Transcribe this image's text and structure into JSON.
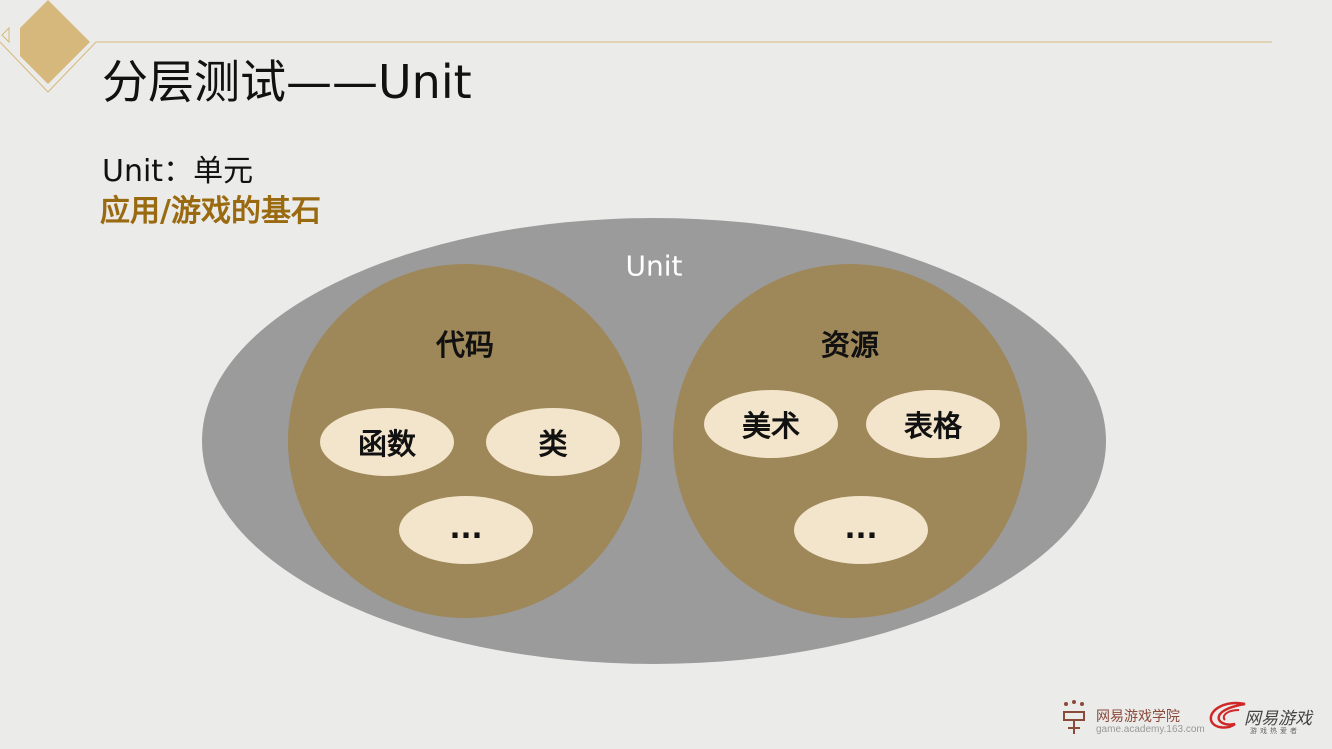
{
  "slide": {
    "title": "分层测试——Unit",
    "subtitle": "Unit：单元",
    "tagline": "应用/游戏的基石"
  },
  "diagram": {
    "outer": {
      "label": "Unit",
      "color": "#9b9b9b"
    },
    "groups": [
      {
        "label": "代码",
        "items": [
          "函数",
          "类",
          "..."
        ]
      },
      {
        "label": "资源",
        "items": [
          "美术",
          "表格",
          "..."
        ]
      }
    ],
    "group_color": "#9e8758",
    "item_color": "#f3e5cb"
  },
  "footer": {
    "academy_name": "网易游戏学院",
    "academy_url": "game.academy.163.com",
    "brand_name": "网易游戏",
    "brand_slogan": "游戏热爱者"
  },
  "colors": {
    "accent": "#d7b87c",
    "highlight": "#9a6a10",
    "background": "#ebebea"
  }
}
